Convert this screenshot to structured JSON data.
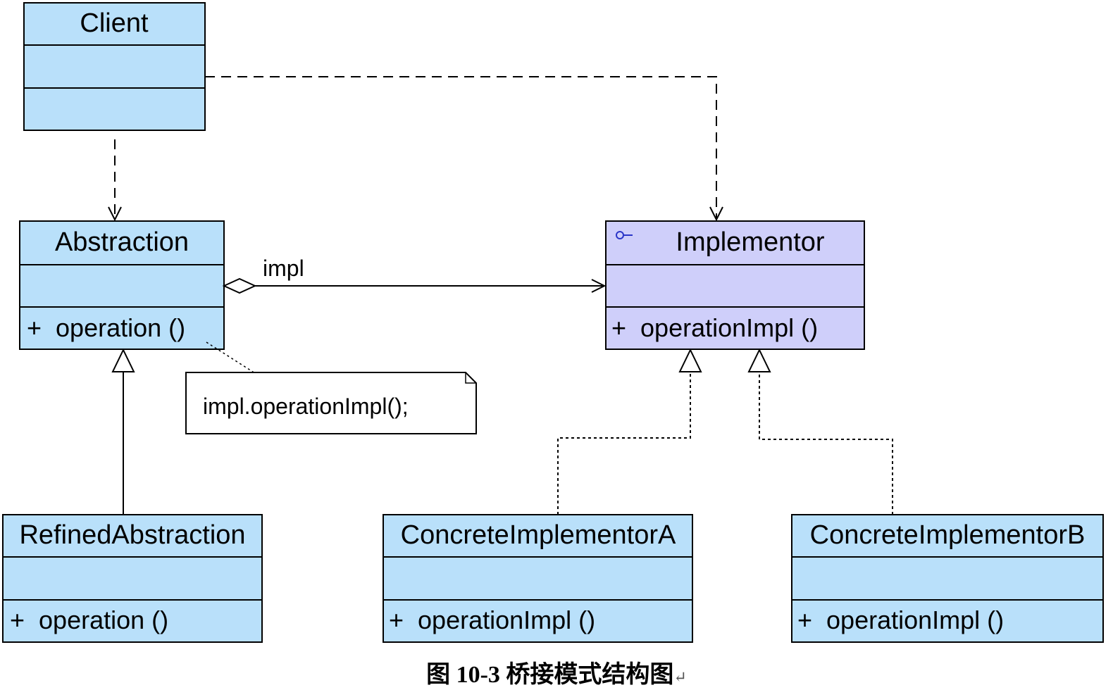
{
  "classes": {
    "client": {
      "name": "Client"
    },
    "abstraction": {
      "name": "Abstraction",
      "operation": "+  operation ()"
    },
    "implementor": {
      "name": "Implementor",
      "operation": "+  operationImpl ()"
    },
    "refined": {
      "name": "RefinedAbstraction",
      "operation": "+  operation ()"
    },
    "concrete_a": {
      "name": "ConcreteImplementorA",
      "operation": "+  operationImpl ()"
    },
    "concrete_b": {
      "name": "ConcreteImplementorB",
      "operation": "+  operationImpl ()"
    }
  },
  "association_label": "impl",
  "note_text": "impl.operationImpl();",
  "caption": "图 10-3  桥接模式结构图",
  "caption_mark": "↵",
  "colors": {
    "class_fill": "#b9e0fa",
    "interface_fill": "#cfcffa",
    "interface_icon": "#2a36c8",
    "line": "#000000"
  }
}
